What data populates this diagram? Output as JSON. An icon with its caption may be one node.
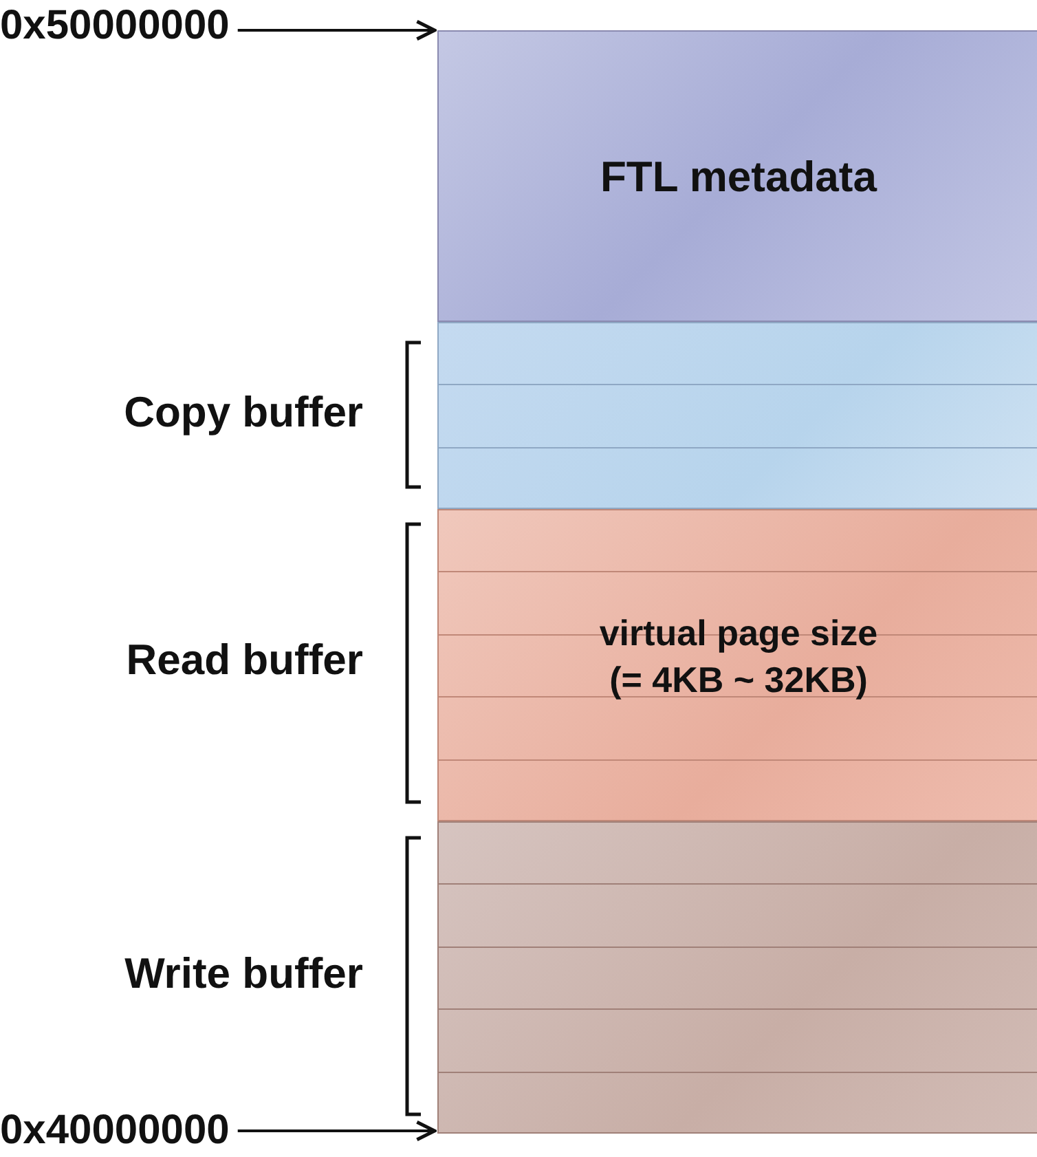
{
  "diagram": {
    "nodes": [
      {
        "text": [
          "FTL metadata"
        ]
      },
      {
        "text": [],
        "shape": "box"
      },
      {
        "text": [
          "virtual page size (= 4KB ~ 32KB)"
        ]
      },
      {
        "text": [],
        "shape": "box"
      },
      {
        "text": [
          "0x50000000"
        ]
      },
      {
        "text": [
          "0x40000000"
        ]
      }
    ],
    "edges": [
      {
        "from": 4,
        "to": 0,
        "arrow": "to"
      },
      {
        "from": 5,
        "to": 3,
        "arrow": "to"
      }
    ],
    "labels": [
      "Copy buffer",
      "Read buffer",
      "Write buffer"
    ]
  }
}
